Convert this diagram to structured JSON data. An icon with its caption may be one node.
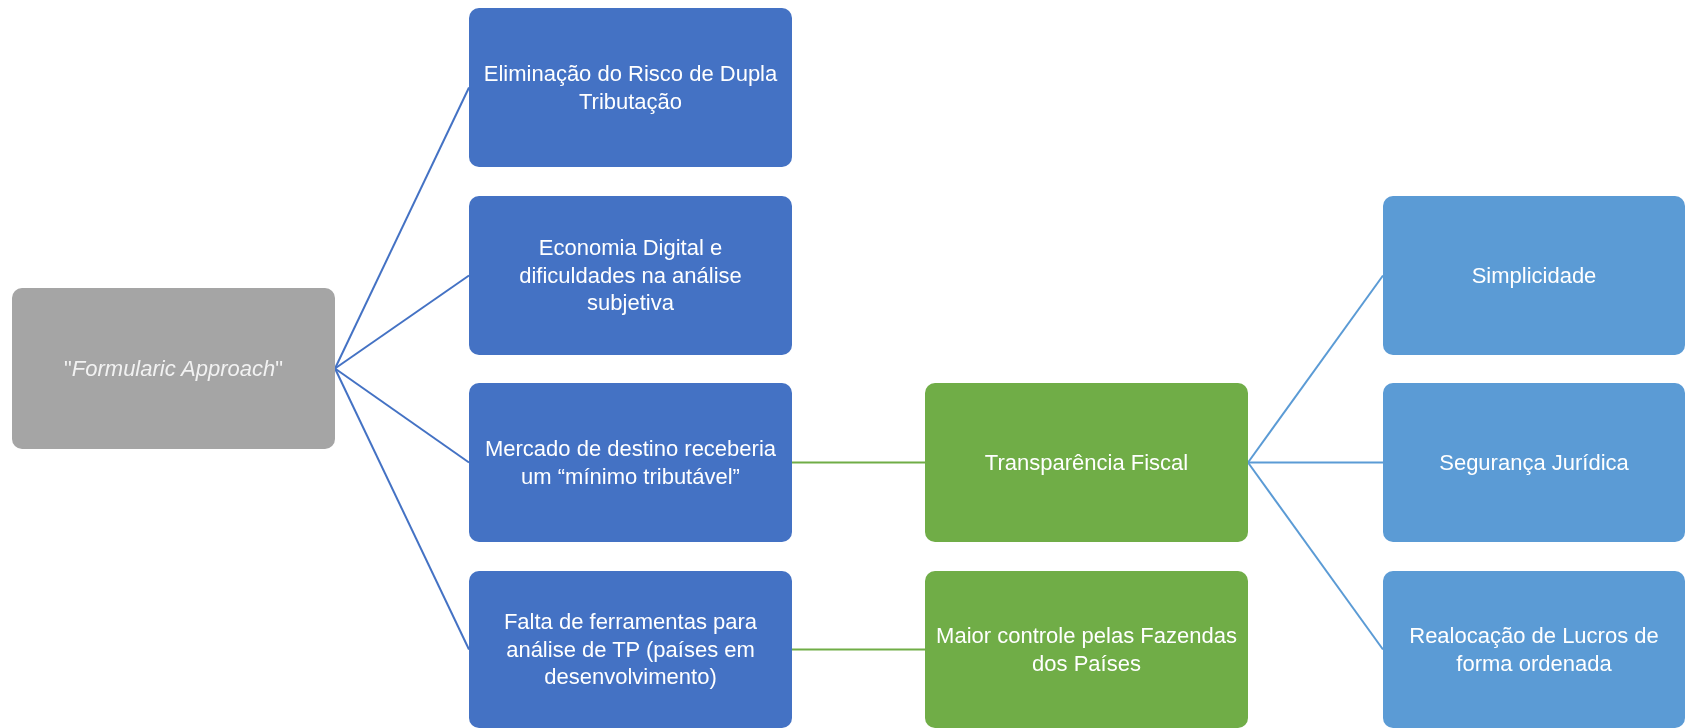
{
  "diagram": {
    "nodes": [
      {
        "text": [
          "\"*Formularic Approach*\""
        ]
      },
      {
        "text": [
          "Eliminação do Risco de Dupla Tributação"
        ]
      },
      {
        "text": [
          "Economia Digital e dificuldades na análise subjetiva"
        ]
      },
      {
        "text": [
          "Mercado de destino receberia um “mínimo tributável”"
        ]
      },
      {
        "text": [
          "Falta de ferramentas para análise de TP (países em desenvolvimento)"
        ]
      },
      {
        "text": [
          "Transparência Fiscal"
        ]
      },
      {
        "text": [
          "Maior controle pelas Fazendas dos Países"
        ]
      },
      {
        "text": [
          "Simplicidade"
        ]
      },
      {
        "text": [
          "Segurança Jurídica"
        ]
      },
      {
        "text": [
          "Realocação de Lucros de forma ordenada"
        ]
      }
    ],
    "edges": [
      {
        "from": 0,
        "to": 1,
        "arrow": "none",
        "color": "#4472c4"
      },
      {
        "from": 0,
        "to": 2,
        "arrow": "none",
        "color": "#4472c4"
      },
      {
        "from": 0,
        "to": 3,
        "arrow": "none",
        "color": "#4472c4"
      },
      {
        "from": 0,
        "to": 4,
        "arrow": "none",
        "color": "#4472c4"
      },
      {
        "from": 3,
        "to": 5,
        "arrow": "none",
        "color": "#70ad47"
      },
      {
        "from": 4,
        "to": 6,
        "arrow": "none",
        "color": "#70ad47"
      },
      {
        "from": 5,
        "to": 7,
        "arrow": "none",
        "color": "#5b9bd5"
      },
      {
        "from": 5,
        "to": 8,
        "arrow": "none",
        "color": "#5b9bd5"
      },
      {
        "from": 5,
        "to": 9,
        "arrow": "none",
        "color": "#5b9bd5"
      }
    ]
  }
}
